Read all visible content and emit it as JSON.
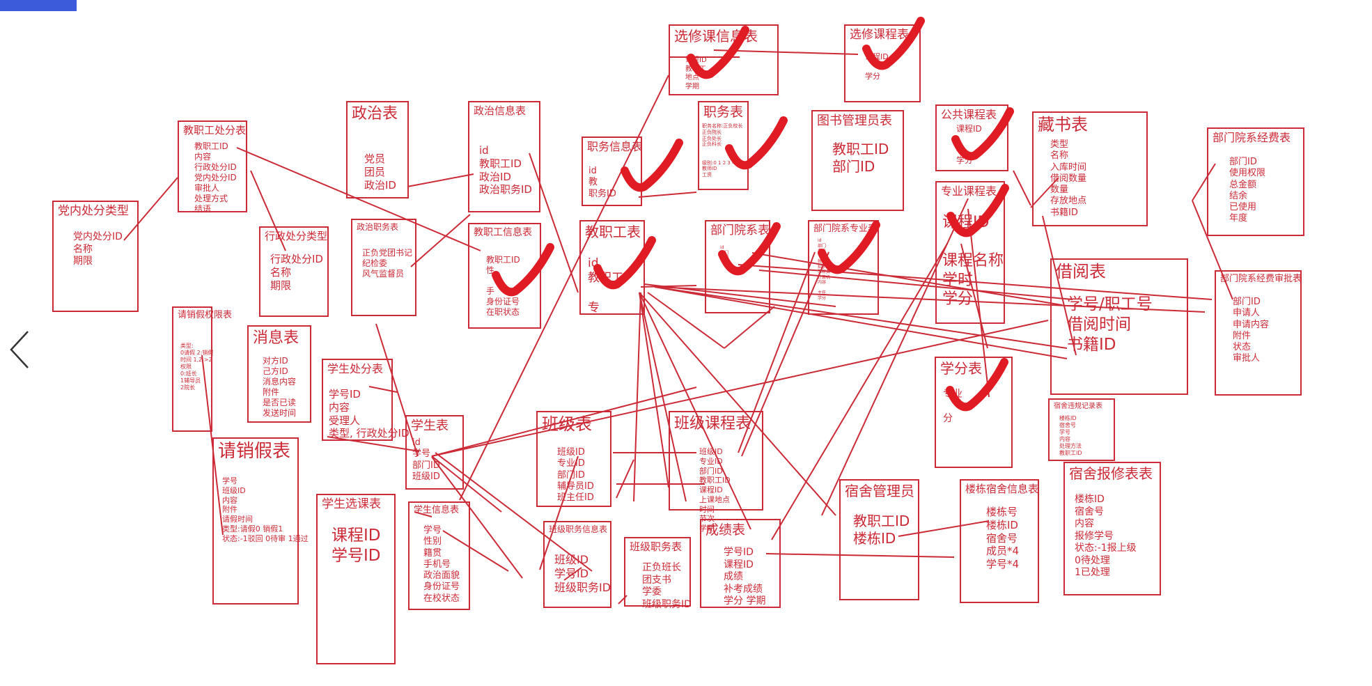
{
  "colors": {
    "ink": "#cc2a36",
    "check": "#e01b24",
    "accent": "#3b5bdb",
    "nav": "#333333"
  },
  "icons": {
    "back": "chevron-left-icon",
    "mark": "checkmark-icon"
  },
  "tables": [
    {
      "id": "xxkxx",
      "title": "选修课信息表",
      "fields": [
        "课程ID",
        "教职工",
        "地点",
        "学期"
      ]
    },
    {
      "id": "xxkc",
      "title": "选修课程表",
      "fields": [
        "课程ID",
        "",
        "学分"
      ]
    },
    {
      "id": "jzgcf",
      "title": "教职工处分表",
      "fields": [
        "教职工ID",
        "内容",
        "行政处分ID",
        "党内处分ID",
        "审批人",
        "处理方式",
        "结语"
      ]
    },
    {
      "id": "dncflx",
      "title": "党内处分类型",
      "fields": [
        "党内处分ID",
        "名称",
        "期限"
      ]
    },
    {
      "id": "zz",
      "title": "政治表",
      "fields": [
        "党员",
        "团员",
        "政治ID"
      ]
    },
    {
      "id": "zzxx",
      "title": "政治信息表",
      "fields": [
        "id",
        "教职工ID",
        "政治ID",
        "政治职务ID"
      ]
    },
    {
      "id": "zzzw",
      "title": "政治职务表",
      "fields": [
        "正负党团书记",
        "纪检委",
        "风气监督员"
      ]
    },
    {
      "id": "zwxx",
      "title": "职务信息表",
      "fields": [
        "id",
        "教",
        "职务ID"
      ]
    },
    {
      "id": "zw",
      "title": "职务表",
      "fields": [
        "职务名称:正负校长",
        "正负院长",
        "正负处长",
        "正负科长",
        "",
        "",
        "级别:0 1 2 3 4 5",
        "教师ID",
        "工资"
      ]
    },
    {
      "id": "tsgly",
      "title": "图书管理员表",
      "fields": [
        "教职工ID",
        "部门ID"
      ]
    },
    {
      "id": "ggkc",
      "title": "公共课程表",
      "fields": [
        "课程ID",
        "",
        "学",
        "学分"
      ]
    },
    {
      "id": "cs",
      "title": "藏书表",
      "fields": [
        "类型",
        "名称",
        "入库时间",
        "借阅数量",
        "数量",
        "存放地点",
        "书籍ID"
      ]
    },
    {
      "id": "bmyxjf",
      "title": "部门院系经费表",
      "fields": [
        "部门ID",
        "使用权限",
        "总金额",
        "结余",
        "已使用",
        "年度"
      ]
    },
    {
      "id": "xzcflx",
      "title": "行政处分类型",
      "fields": [
        "行政处分ID",
        "名称",
        "期限"
      ]
    },
    {
      "id": "jzgxx",
      "title": "教职工信息表",
      "fields": [
        "教职工ID",
        "性",
        "",
        "手",
        "身份证号",
        "在职状态"
      ]
    },
    {
      "id": "jzg",
      "title": "教职工表",
      "fields": [
        "id",
        "教职工",
        "",
        "专"
      ]
    },
    {
      "id": "bmyx",
      "title": "部门院系表",
      "fields": [
        "id",
        "部门",
        "部门",
        "",
        "",
        "",
        "",
        "",
        "",
        "",
        "",
        ""
      ]
    },
    {
      "id": "bmyxzy",
      "title": "部门院系专业表",
      "fields": [
        "id",
        "部门",
        "专业",
        "",
        "就业率",
        "招学工",
        "工薪费",
        "计算机",
        "内容",
        "",
        "主任",
        "学分"
      ]
    },
    {
      "id": "zykc",
      "title": "专业课程表",
      "fields": [
        "课程ID",
        "",
        "课程名称",
        "学时",
        "学分"
      ]
    },
    {
      "id": "jy",
      "title": "借阅表",
      "fields": [
        "学号/职工号",
        "借阅时间",
        "书籍ID"
      ]
    },
    {
      "id": "bmyxjfsp",
      "title": "部门院系经费审批表",
      "fields": [
        "部门ID",
        "申请人",
        "申请内容",
        "附件",
        "状态",
        "审批人"
      ]
    },
    {
      "id": "qxjqx",
      "title": "请销假权限表",
      "fields": [
        "类型:",
        "0请假 2:销假",
        "时间 1,2,>2",
        "权限",
        "0:班长",
        "1辅导员",
        "2院长"
      ]
    },
    {
      "id": "xx",
      "title": "消息表",
      "fields": [
        "对方ID",
        "己方ID",
        "消息内容",
        "附件",
        "是否已读",
        "发送时间"
      ]
    },
    {
      "id": "xscf",
      "title": "学生处分表",
      "fields": [
        "学号ID",
        "内容",
        "受理人",
        "类型,  行政处分ID"
      ]
    },
    {
      "id": "xf",
      "title": "学分表",
      "fields": [
        "专业",
        "",
        "分"
      ]
    },
    {
      "id": "ssgl",
      "title": "宿舍管理员",
      "fields": [
        "教职工ID",
        "楼栋ID"
      ]
    },
    {
      "id": "sswg",
      "title": "宿舍违规记录表",
      "fields": [
        "楼栋ID",
        "宿舍号",
        "学号",
        "内容",
        "处理方法",
        "教职工ID"
      ]
    },
    {
      "id": "xs",
      "title": "学生表",
      "fields": [
        "id",
        "学号",
        "部门ID",
        "班级ID"
      ]
    },
    {
      "id": "bj",
      "title": "班级表",
      "fields": [
        "班级ID",
        "专业ID",
        "部门ID",
        "辅导员ID",
        "班主任ID"
      ]
    },
    {
      "id": "bjkc",
      "title": "班级课程表",
      "fields": [
        "班级ID",
        "专业ID",
        "部门ID",
        "教职工ID",
        "课程ID",
        "上课地点",
        "时间",
        "节次",
        "学期"
      ]
    },
    {
      "id": "qxj",
      "title": "请销假表",
      "fields": [
        "学号",
        "班级ID",
        "内容",
        "附件",
        "请假时间",
        "类型:请假0 销假1",
        "状态:-1驳回 0待审 1通过"
      ]
    },
    {
      "id": "xsxk",
      "title": "学生选课表",
      "fields": [
        "课程ID",
        "学号ID"
      ]
    },
    {
      "id": "xsxx",
      "title": "学生信息表",
      "fields": [
        "学号",
        "性别",
        "籍贯",
        "手机号",
        "政治面貌",
        "身份证号",
        "在校状态"
      ]
    },
    {
      "id": "bjzwxx",
      "title": "班级职务信息表",
      "fields": [
        "班级ID",
        "学号ID",
        "班级职务ID"
      ]
    },
    {
      "id": "bjzw",
      "title": "班级职务表",
      "fields": [
        "正负班长",
        "团支书",
        "学委",
        "班级职务ID"
      ]
    },
    {
      "id": "cj",
      "title": "成绩表",
      "fields": [
        "学号ID",
        "课程ID",
        "成绩",
        "补考成绩",
        "学分    学期"
      ]
    },
    {
      "id": "ldss",
      "title": "楼栋宿舍信息表",
      "fields": [
        "楼栋号",
        "楼栋ID",
        "宿舍号",
        "成员*4",
        "学号*4"
      ]
    },
    {
      "id": "ssbx",
      "title": "宿舍报修表表",
      "fields": [
        "楼栋ID",
        "宿舍号",
        "内容",
        "报修学号",
        "状态:-1报上级",
        "    0待处理",
        "    1已处理"
      ]
    }
  ]
}
